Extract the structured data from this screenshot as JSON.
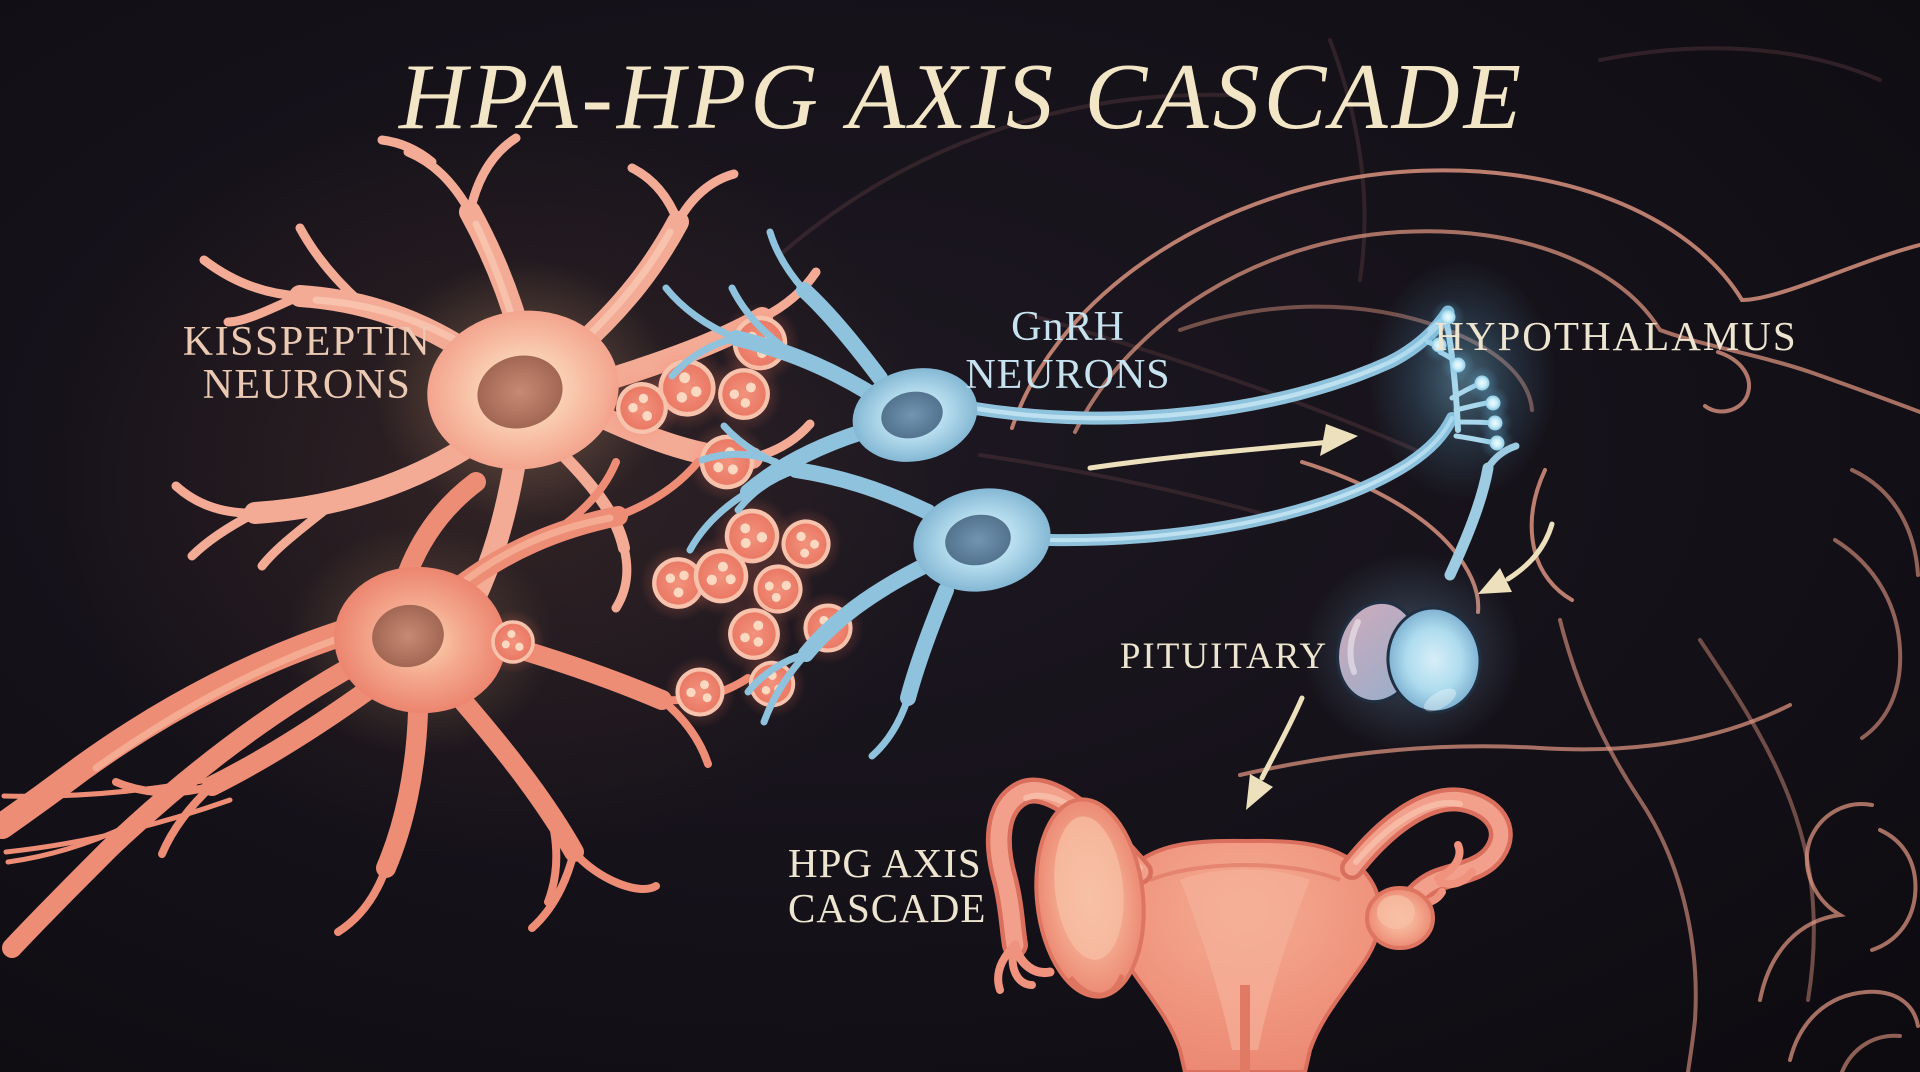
{
  "title": "HPA-HPG AXIS CASCADE",
  "labels": {
    "kisspeptin_line1": "KISSPEPTIN",
    "kisspeptin_line2": "NEURONS",
    "gnrh_line1": "GnRH",
    "gnrh_line2": "NEURONS",
    "hypothalamus": "HYPOTHALAMUS",
    "pituitary": "PITUITARY",
    "hpg_line1": "HPG AXIS",
    "hpg_line2": "CASCADE"
  },
  "colors": {
    "background": "#141118",
    "title_text": "#f2e6c6",
    "label_cream": "#ede5cf",
    "label_pink": "#ebc9b2",
    "label_blue": "#c6e3ef",
    "kisspeptin_neuron": "#f3ab96",
    "kisspeptin_neuron_lower": "#ee8d76",
    "gnrh_neuron": "#8fc2dc",
    "vesicle": "#ec7f6b",
    "vesicle_ring": "#f8c3ad",
    "arrow": "#ece0bd",
    "brain_outline": "#e59a85",
    "pituitary_blue": "#aedcee",
    "uterus": "#ef927e"
  }
}
